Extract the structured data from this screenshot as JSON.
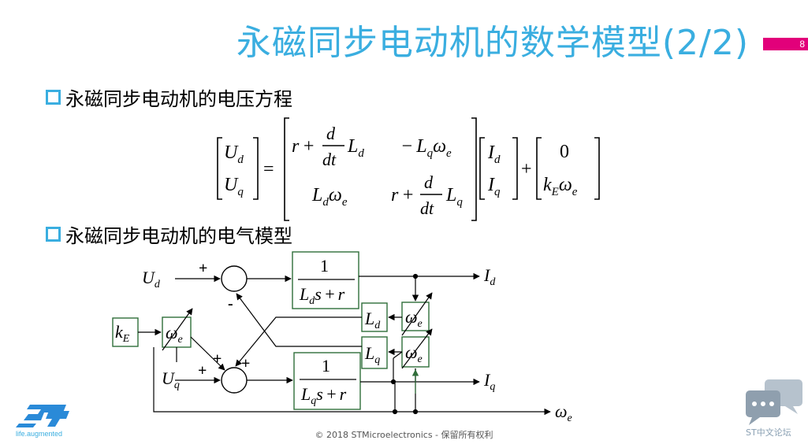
{
  "slide": {
    "title": "永磁同步电动机的数学模型(2/2)",
    "page_number": "8",
    "section_voltage": "永磁同步电动机的电压方程",
    "section_model": "永磁同步电动机的电气模型",
    "footer": "© 2018 STMicroelectronics - 保留所有权利",
    "logo_tagline": "life.augmented",
    "forum_label": "ST中文论坛"
  },
  "equation": {
    "lhs": [
      [
        "U",
        "d"
      ],
      [
        "U",
        "q"
      ]
    ],
    "matrix": {
      "r11": [
        "r",
        "+",
        "d",
        "dt",
        "L",
        "d"
      ],
      "r12": [
        "−",
        "L",
        "q",
        "ω",
        "e"
      ],
      "r21": [
        "L",
        "d",
        "ω",
        "e"
      ],
      "r22": [
        "r",
        "+",
        "d",
        "dt",
        "L",
        "q"
      ]
    },
    "vector": [
      [
        "I",
        "d"
      ],
      [
        "I",
        "q"
      ]
    ],
    "offset": [
      "0",
      "k",
      "E",
      "ω",
      "e"
    ],
    "equals": "=",
    "plus": "+"
  },
  "block_diagram": {
    "inputs": {
      "ud": [
        "U",
        "d"
      ],
      "uq": [
        "U",
        "q"
      ],
      "ke": [
        "k",
        "E"
      ]
    },
    "outputs": {
      "id": [
        "I",
        "d"
      ],
      "iq": [
        "I",
        "q"
      ],
      "we": [
        "ω",
        "e"
      ]
    },
    "tf_d": [
      "1",
      "L",
      "d",
      "s",
      "+",
      "r"
    ],
    "tf_q": [
      "1",
      "L",
      "q",
      "s",
      "+",
      "r"
    ],
    "gain_ld": [
      "L",
      "d"
    ],
    "gain_lq": [
      "L",
      "q"
    ],
    "mult_we": [
      "ω",
      "e"
    ],
    "signs": {
      "sum1_top": "+",
      "sum1_bottom": "-",
      "sum2_left": "+",
      "sum2_upper_left": "+",
      "sum2_upper_right": "+"
    }
  },
  "colors": {
    "title": "#3aaee0",
    "accent": "#e2007a",
    "bullet": "#3aaee0",
    "block_border": "#2f6e3a",
    "st_logo": "#2a8ad8",
    "forum_icon": "#9aa9b8"
  },
  "icons": [
    "st-logo-icon",
    "forum-chat-icon",
    "bullet-square-icon"
  ]
}
